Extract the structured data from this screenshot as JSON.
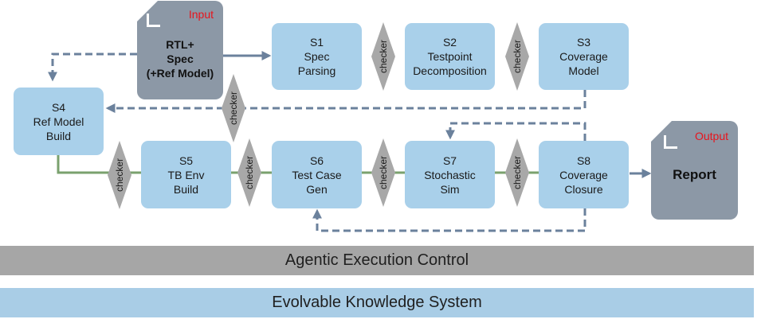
{
  "input_doc": {
    "tag": "Input",
    "lines": [
      "RTL+",
      "Spec",
      "(+Ref Model)"
    ]
  },
  "output_doc": {
    "tag": "Output",
    "label": "Report"
  },
  "stages": {
    "s1": {
      "id": "S1",
      "line1": "Spec",
      "line2": "Parsing"
    },
    "s2": {
      "id": "S2",
      "line1": "Testpoint",
      "line2": "Decomposition"
    },
    "s3": {
      "id": "S3",
      "line1": "Coverage",
      "line2": "Model"
    },
    "s4": {
      "id": "S4",
      "line1": "Ref Model",
      "line2": "Build"
    },
    "s5": {
      "id": "S5",
      "line1": "TB Env",
      "line2": "Build"
    },
    "s6": {
      "id": "S6",
      "line1": "Test Case",
      "line2": "Gen"
    },
    "s7": {
      "id": "S7",
      "line1": "Stochastic",
      "line2": "Sim"
    },
    "s8": {
      "id": "S8",
      "line1": "Coverage",
      "line2": "Closure"
    }
  },
  "checker_label": "checker",
  "bars": {
    "control": "Agentic Execution Control",
    "knowledge": "Evolvable Knowledge System"
  },
  "colors": {
    "stage_fill": "#a9d0ea",
    "checker_fill": "#a8a8a8",
    "doc_fill": "#8c98a6",
    "arrow": "#6b819c",
    "green_line": "#7aa16e",
    "control_bar": "#a6a6a6",
    "knowledge_bar": "#a9cde6",
    "doc_tag": "#e8141c"
  }
}
